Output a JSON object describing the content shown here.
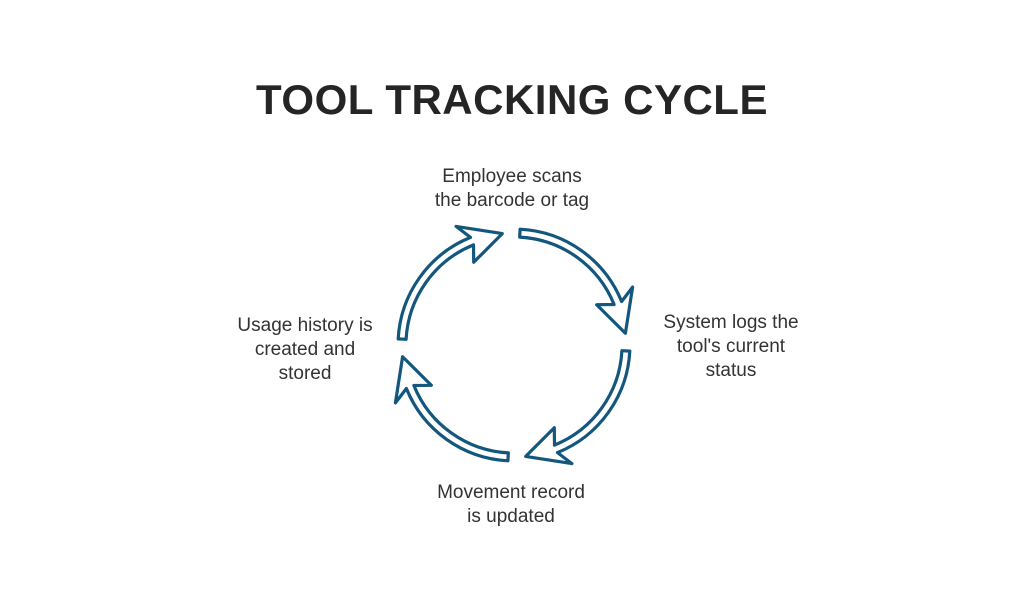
{
  "title": "TOOL TRACKING CYCLE",
  "colors": {
    "background": "#ffffff",
    "title_text": "#252525",
    "label_text": "#333333",
    "arrow_stroke": "#14577e",
    "arrow_fill": "#ffffff"
  },
  "cycle": {
    "type": "cycle-diagram",
    "direction": "clockwise",
    "steps": [
      {
        "position": "top",
        "label": "Employee scans\nthe barcode or tag"
      },
      {
        "position": "right",
        "label": "System logs the\ntool's current\nstatus"
      },
      {
        "position": "bottom",
        "label": "Movement record\nis updated"
      },
      {
        "position": "left",
        "label": "Usage history is\ncreated and\nstored"
      }
    ]
  }
}
